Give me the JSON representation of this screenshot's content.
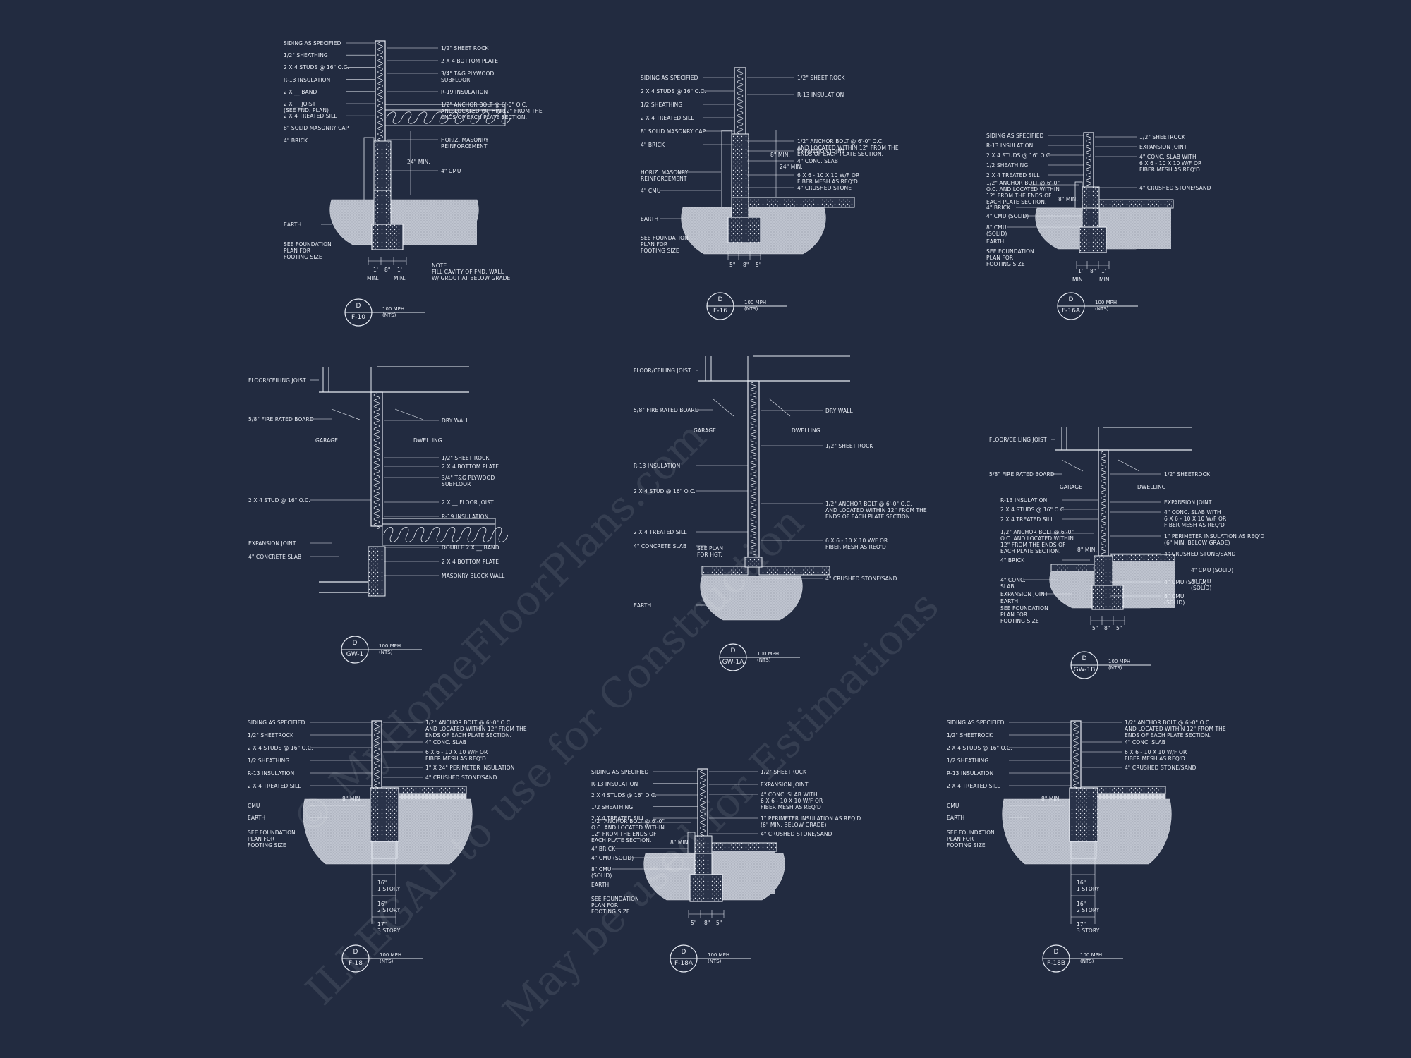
{
  "sheet": {
    "background": "#222b40",
    "line_color": "#e8ecf4",
    "fill_color": "#cfd3dc"
  },
  "details": [
    {
      "id": "f10",
      "code": "F-10",
      "letter": "D",
      "scale": "100 MPH\n(NTS)",
      "left_labels": [
        "SIDING AS SPECIFIED",
        "1/2\" SHEATHING",
        "2 X 4 STUDS @ 16\" O.C.",
        "R-13 INSULATION",
        "2 X __ BAND",
        "2 X __ JOIST\n(SEE FND. PLAN)",
        "2 X 4 TREATED SILL",
        "8\" SOLID MASONRY CAP",
        "4\" BRICK",
        "EARTH",
        "SEE FOUNDATION\nPLAN FOR\nFOOTING SIZE"
      ],
      "right_labels": [
        "1/2\" SHEET ROCK",
        "2 X 4 BOTTOM PLATE",
        "3/4\" T&G PLYWOOD\nSUBFLOOR",
        "R-19 INSULATION",
        "1/2\" ANCHOR BOLT @ 6'-0\" O.C.\nAND LOCATED WITHIN 12\" FROM THE\nENDS OF EACH PLATE SECTION.",
        "HORIZ. MASONRY\nREINFORCEMENT",
        "4\" CMU",
        "NOTE:\nFILL CAVITY OF FND. WALL\nW/ GROUT AT BELOW GRADE"
      ],
      "extra": [
        "24\" MIN.",
        "1'",
        "8\"",
        "1'",
        "MIN.",
        "MIN."
      ]
    },
    {
      "id": "f16",
      "code": "F-16",
      "letter": "D",
      "scale": "100 MPH\n(NTS)",
      "left_labels": [
        "SIDING AS SPECIFIED",
        "2 X 4 STUDS @ 16\" O.C.",
        "1/2 SHEATHING",
        "2 X 4 TREATED SILL",
        "8\" SOLID MASONRY CAP",
        "4\" BRICK",
        "HORIZ. MASONRY\nREINFORCEMENT",
        "4\" CMU",
        "EARTH",
        "SEE FOUNDATION\nPLAN FOR\nFOOTING SIZE"
      ],
      "right_labels": [
        "1/2\" SHEET ROCK",
        "R-13 INSULATION",
        "1/2\" ANCHOR BOLT @ 6'-0\" O.C.\nAND LOCATED WITHIN 12\" FROM THE\nENDS OF EACH PLATE SECTION.",
        "EXPANSION JOINT",
        "4\" CONC. SLAB",
        "6 X 6 - 10 X 10 W/F OR\nFIBER MESH AS REQ'D",
        "4\" CRUSHED STONE"
      ],
      "extra": [
        "8\" MIN.",
        "24\" MIN.",
        "5\"",
        "8\"",
        "5\""
      ]
    },
    {
      "id": "f16a",
      "code": "F-16A",
      "letter": "D",
      "scale": "100 MPH\n(NTS)",
      "left_labels": [
        "SIDING AS SPECIFIED",
        "R-13 INSULATION",
        "2 X 4 STUDS @ 16\" O.C.",
        "1/2 SHEATHING",
        "2 X 4 TREATED SILL",
        "1/2\" ANCHOR BOLT @ 6'-0\"\nO.C. AND LOCATED WITHIN\n12\" FROM THE ENDS OF\nEACH PLATE SECTION.",
        "4\" BRICK",
        "4\" CMU (SOLID)",
        "8\" CMU\n(SOLID)",
        "EARTH",
        "SEE FOUNDATION\nPLAN FOR\nFOOTING SIZE"
      ],
      "right_labels": [
        "1/2\" SHEETROCK",
        "EXPANSION JOINT",
        "4\" CONC. SLAB WITH\n6 X 6 - 10 X 10 W/F OR\nFIBER MESH AS REQ'D",
        "4\" CRUSHED STONE/SAND"
      ],
      "extra": [
        "8\" MIN.",
        "1'",
        "8\"",
        "1'",
        "MIN.",
        "MIN."
      ]
    },
    {
      "id": "gw1",
      "code": "GW-1",
      "letter": "D",
      "scale": "100 MPH\n(NTS)",
      "left_labels": [
        "FLOOR/CEILING JOIST",
        "5/8\" FIRE RATED BOARD",
        "2 X 4 STUD @ 16\" O.C.",
        "EXPANSION JOINT",
        "4\" CONCRETE SLAB"
      ],
      "right_labels": [
        "DRY WALL",
        "1/2\" SHEET ROCK",
        "2 X 4 BOTTOM PLATE",
        "3/4\" T&G PLYWOOD\nSUBFLOOR",
        "2 X __ FLOOR JOIST",
        "R-19 INSULATION",
        "DOUBLE 2 X __ BAND",
        "2 X 4 BOTTOM PLATE",
        "MASONRY BLOCK WALL"
      ],
      "extra": [
        "GARAGE",
        "DWELLING"
      ]
    },
    {
      "id": "gw1a",
      "code": "GW-1A",
      "letter": "D",
      "scale": "100 MPH\n(NTS)",
      "left_labels": [
        "FLOOR/CEILING JOIST",
        "5/8\" FIRE RATED BOARD",
        "R-13 INSULATION",
        "2 X 4 STUD @ 16\" O.C.",
        "2 X 4 TREATED SILL",
        "4\" CONCRETE SLAB",
        "EARTH"
      ],
      "right_labels": [
        "DRY WALL",
        "1/2\" SHEET ROCK",
        "1/2\" ANCHOR BOLT @ 6'-0\" O.C.\nAND LOCATED WITHIN 12\" FROM THE\nENDS OF EACH PLATE SECTION.",
        "6 X 6 - 10 X 10 W/F OR\nFIBER MESH AS REQ'D",
        "4\" CRUSHED STONE/SAND"
      ],
      "extra": [
        "GARAGE",
        "DWELLING",
        "SEE PLAN\nFOR HGT."
      ]
    },
    {
      "id": "gw1b",
      "code": "GW-1B",
      "letter": "D",
      "scale": "100 MPH\n(NTS)",
      "left_labels": [
        "FLOOR/CEILING JOIST",
        "5/8\" FIRE RATED BOARD",
        "R-13 INSULATION",
        "2 X 4 STUDS @ 16\" O.C.",
        "2 X 4 TREATED SILL",
        "1/2\" ANCHOR BOLT @ 6'-0\"\nO.C. AND LOCATED WITHIN\n12\" FROM THE ENDS OF\nEACH PLATE SECTION.",
        "4\" BRICK",
        "4\" CONC.\nSLAB",
        "EXPANSION JOINT",
        "EARTH",
        "SEE FOUNDATION\nPLAN FOR\nFOOTING SIZE"
      ],
      "right_labels": [
        "1/2\" SHEETROCK",
        "EXPANSION JOINT",
        "4\" CONC. SLAB WITH\n6 X 6 - 10 X 10 W/F OR\nFIBER MESH AS REQ'D",
        "1\" PERIMETER INSULATION AS REQ'D\n(6\" MIN. BELOW GRADE)",
        "4\" CRUSHED STONE/SAND",
        "4\" CMU (SOLID)",
        "8\" CMU\n(SOLID)"
      ],
      "extra": [
        "GARAGE",
        "DWELLING",
        "8\" MIN.",
        "5\"",
        "8\"",
        "5\""
      ]
    },
    {
      "id": "f18",
      "code": "F-18",
      "letter": "D",
      "scale": "100 MPH\n(NTS)",
      "left_labels": [
        "SIDING AS SPECIFIED",
        "1/2\" SHEETROCK",
        "2 X 4 STUDS @ 16\" O.C.",
        "1/2 SHEATHING",
        "R-13 INSULATION",
        "2 X 4 TREATED SILL",
        "CMU",
        "EARTH",
        "SEE FOUNDATION\nPLAN FOR\nFOOTING SIZE"
      ],
      "right_labels": [
        "1/2\" ANCHOR BOLT @ 6'-0\" O.C.\nAND LOCATED WITHIN 12\" FROM THE\nENDS OF EACH PLATE SECTION.",
        "4\" CONC. SLAB",
        "6 X 6 - 10 X 10 W/F OR\nFIBER MESH AS REQ'D",
        "1\" X 24\" PERIMETER INSULATION",
        "4\" CRUSHED STONE/SAND"
      ],
      "extra": [
        "8\" MIN.",
        "16\"\n1 STORY",
        "16\"\n2 STORY",
        "17\"\n3 STORY"
      ]
    },
    {
      "id": "f18a",
      "code": "F-18A",
      "letter": "D",
      "scale": "100 MPH\n(NTS)",
      "left_labels": [
        "SIDING AS SPECIFIED",
        "R-13 INSULATION",
        "2 X 4 STUDS @ 16\" O.C.",
        "1/2 SHEATHING",
        "2 X 4 TREATED SILL",
        "1/2\" ANCHOR BOLT @ 6'-0\"\nO.C. AND LOCATED WITHIN\n12\" FROM THE ENDS OF\nEACH PLATE SECTION.",
        "4\" BRICK",
        "4\" CMU (SOLID)",
        "8\" CMU\n(SOLID)",
        "EARTH",
        "SEE FOUNDATION\nPLAN FOR\nFOOTING SIZE"
      ],
      "right_labels": [
        "1/2\" SHEETROCK",
        "EXPANSION JOINT",
        "4\" CONC. SLAB WITH\n6 X 6 - 10 X 10 W/F OR\nFIBER MESH AS REQ'D",
        "1\" PERIMETER INSULATION AS REQ'D.\n(6\" MIN. BELOW GRADE)",
        "4\" CRUSHED STONE/SAND"
      ],
      "extra": [
        "8\" MIN.",
        "5\"",
        "8\"",
        "5\""
      ]
    },
    {
      "id": "f18b",
      "code": "F-18B",
      "letter": "D",
      "scale": "100 MPH\n(NTS)",
      "left_labels": [
        "SIDING AS SPECIFIED",
        "1/2\" SHEETROCK",
        "2 X 4 STUDS @ 16\" O.C.",
        "1/2 SHEATHING",
        "R-13 INSULATION",
        "2 X 4 TREATED SILL",
        "CMU",
        "EARTH",
        "SEE FOUNDATION\nPLAN FOR\nFOOTING SIZE"
      ],
      "right_labels": [
        "1/2\" ANCHOR BOLT @ 6'-0\" O.C.\nAND LOCATED WITHIN 12\" FROM THE\nENDS OF EACH PLATE SECTION.",
        "4\" CONC. SLAB",
        "6 X 6 - 10 X 10 W/F OR\nFIBER MESH AS REQ'D",
        "4\" CRUSHED STONE/SAND"
      ],
      "extra": [
        "8\" MIN.",
        "16\"\n1 STORY",
        "16\"\n2 STORY",
        "17\"\n3 STORY"
      ]
    }
  ],
  "watermark": {
    "line1": "© MyHomeFloorPlans.com",
    "line2": "ILLEGAL to use for Construction",
    "line3": "May be used for Estimations"
  }
}
